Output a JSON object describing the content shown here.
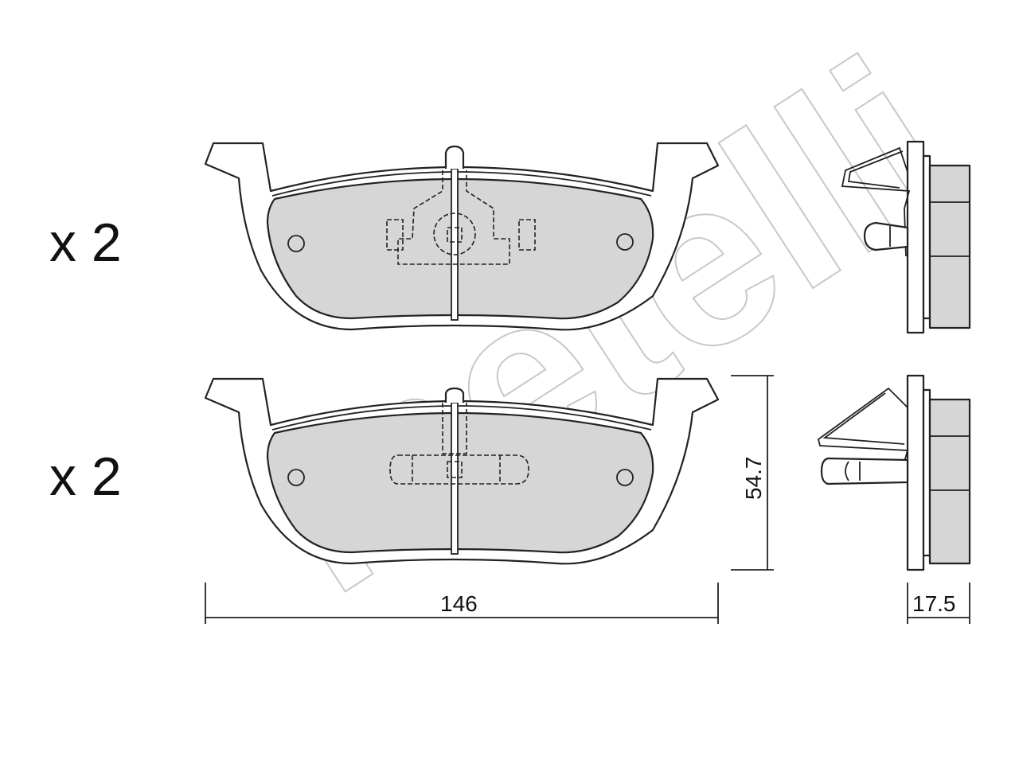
{
  "watermark": "metelli",
  "views": {
    "top_quantity": "x 2",
    "bottom_quantity": "x 2"
  },
  "dimensions": {
    "width": "146",
    "height": "54.7",
    "thickness": "17.5"
  }
}
